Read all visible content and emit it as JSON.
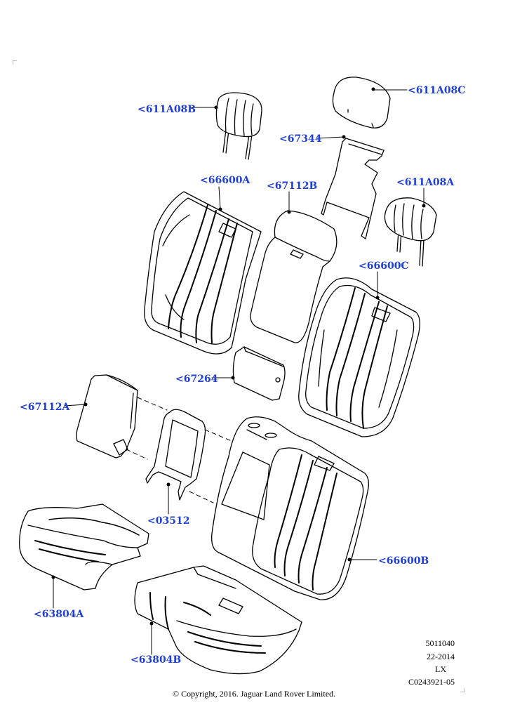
{
  "callouts": {
    "c611A08B": "<611A08B",
    "c611A08C": "<611A08C",
    "c67344": "<67344",
    "c66600A": "<66600A",
    "c67112B": "<67112B",
    "c611A08A": "<611A08A",
    "c66600C": "<66600C",
    "c67264": "<67264",
    "c67112A": "<67112A",
    "c03512": "<03512",
    "c66600B": "<66600B",
    "c63804A": "<63804A",
    "c63804B": "<63804B"
  },
  "meta": {
    "ref": "5011040",
    "date": "22-2014",
    "model": "LX",
    "illustration": "C0243921-05"
  },
  "copyright": "© Copyright, 2016. Jaguar Land Rover Limited.",
  "colors": {
    "callout": "#1f3fd8",
    "line": "#000000"
  }
}
